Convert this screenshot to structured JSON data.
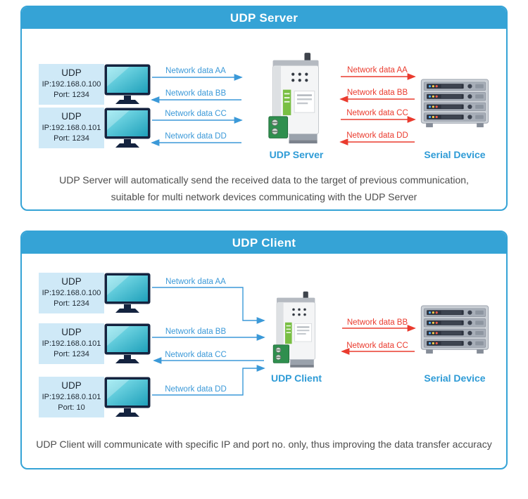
{
  "colors": {
    "accent": "#35a3d6",
    "arrow_blue": "#3b99d8",
    "arrow_red": "#ea3b2e",
    "computer_box_bg": "#cfe9f7",
    "caption_text": "#4d4d4d",
    "node_label_text": "#2e9bd6"
  },
  "panels": [
    {
      "title": "UDP Server",
      "computers": [
        {
          "proto": "UDP",
          "ip": "IP:192.168.0.100",
          "port": "Port: 1234"
        },
        {
          "proto": "UDP",
          "ip": "IP:192.168.0.101",
          "port": "Port: 1234"
        }
      ],
      "left_arrows": [
        {
          "label": "Network data AA",
          "direction": "to-device"
        },
        {
          "label": "Network data BB",
          "direction": "to-computer"
        },
        {
          "label": "Network data CC",
          "direction": "to-device"
        },
        {
          "label": "Network data DD",
          "direction": "to-computer"
        }
      ],
      "right_arrows": [
        {
          "label": "Network data AA",
          "direction": "to-serial-device"
        },
        {
          "label": "Network data BB",
          "direction": "to-device"
        },
        {
          "label": "Network data CC",
          "direction": "to-serial-device"
        },
        {
          "label": "Network data DD",
          "direction": "to-device"
        }
      ],
      "device_label": "UDP Server",
      "rack_label": "Serial Device",
      "caption_lines": [
        "UDP Server will automatically send the received data to the target of previous communication,",
        "suitable for multi network devices communicating with the UDP Server"
      ]
    },
    {
      "title": "UDP Client",
      "computers": [
        {
          "proto": "UDP",
          "ip": "IP:192.168.0.100",
          "port": "Port: 1234"
        },
        {
          "proto": "UDP",
          "ip": "IP:192.168.0.101",
          "port": "Port: 1234"
        },
        {
          "proto": "UDP",
          "ip": "IP:192.168.0.101",
          "port": "Port: 10"
        }
      ],
      "left_arrows": [
        {
          "label": "Network data AA",
          "direction": "to-device"
        },
        {
          "label": "Network data BB",
          "direction": "to-device"
        },
        {
          "label": "Network data CC",
          "direction": "to-computer"
        },
        {
          "label": "Network data DD",
          "direction": "to-device"
        }
      ],
      "right_arrows": [
        {
          "label": "Network data BB",
          "direction": "to-serial-device"
        },
        {
          "label": "Network data CC",
          "direction": "to-device"
        }
      ],
      "device_label": "UDP Client",
      "rack_label": "Serial Device",
      "caption_lines": [
        "UDP Client will communicate with specific IP and port no. only, thus improving the data transfer accuracy"
      ]
    }
  ]
}
